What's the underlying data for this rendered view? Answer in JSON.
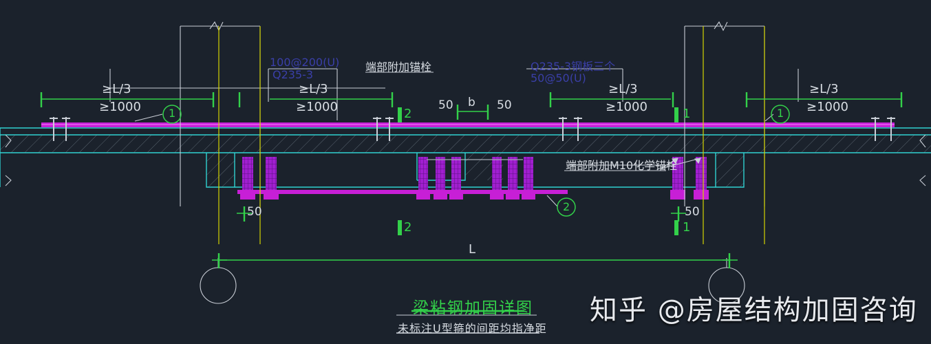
{
  "drawing": {
    "title_cn": "梁粘钢加固详图",
    "subtitle_cn": "未标注U型箍的间距均指净距",
    "watermark": "知乎 @房屋结构加固咨询"
  },
  "annotations": {
    "end_anchor_top": "端部附加锚栓",
    "end_anchor_chem": "端部附加M10化学锚栓",
    "steel_spec_left_1": "100@200(U)",
    "steel_spec_left_2": "Q235-3",
    "steel_spec_right_1": "Q235-3钢板三个",
    "steel_spec_right_2": "50@50(U)"
  },
  "dimensions": {
    "left_outer_top": "≥L/3",
    "left_outer_bot": "≥1000",
    "left_inner_top": "≥L/3",
    "left_inner_bot": "≥1000",
    "right_inner_top": "≥L/3",
    "right_inner_bot": "≥1000",
    "right_outer_top": "≥L/3",
    "right_outer_bot": "≥1000",
    "mid_left_50": "50",
    "mid_b": "b",
    "mid_right_50": "50",
    "bottom_left_50": "50",
    "bottom_right_50": "50",
    "span_total": "L"
  },
  "markers": {
    "bubble_1_left": "1",
    "bubble_1_right": "1",
    "bubble_2": "2",
    "section_2_top": "2",
    "section_2_bottom": "2",
    "section_1_top": "1",
    "section_1_bottom": "1"
  },
  "colors": {
    "background": "#1b222c",
    "cyan": "#2fd2d2",
    "green": "#33d14a",
    "magenta": "#c71fd6",
    "purple_plate": "#a11fd0",
    "white": "#d8dde3",
    "yellow": "#d4d400",
    "blue_text": "#3a3fa8"
  }
}
